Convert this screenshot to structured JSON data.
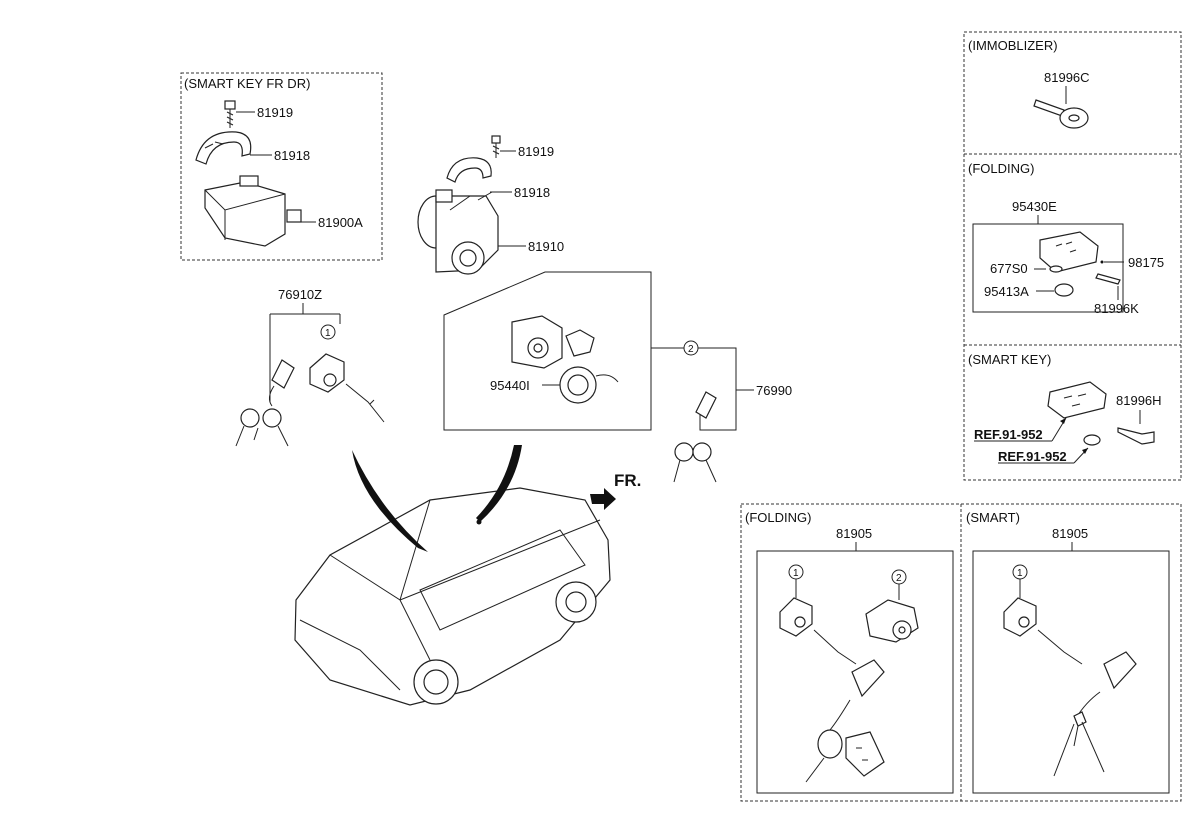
{
  "sections": {
    "smart_key_fr_dr": "(SMART KEY FR DR)",
    "immobilizer": "(IMMOBLIZER)",
    "folding_top": "(FOLDING)",
    "smart_key": "(SMART KEY)",
    "folding_bottom": "(FOLDING)",
    "smart_bottom": "(SMART)"
  },
  "parts": {
    "p81919_a": "81919",
    "p81918_a": "81918",
    "p81900A": "81900A",
    "p81919_b": "81919",
    "p81918_b": "81918",
    "p81910": "81910",
    "p76910Z": "76910Z",
    "p95440I": "95440I",
    "p76990": "76990",
    "p81996C": "81996C",
    "p95430E": "95430E",
    "p677S0": "677S0",
    "p98175": "98175",
    "p95413A": "95413A",
    "p81996K": "81996K",
    "p81996H": "81996H",
    "p81905_a": "81905",
    "p81905_b": "81905"
  },
  "refs": {
    "ref1": "REF.91-952",
    "ref2": "REF.91-952"
  },
  "callouts": {
    "one": "1",
    "two": "2"
  },
  "direction": "FR."
}
